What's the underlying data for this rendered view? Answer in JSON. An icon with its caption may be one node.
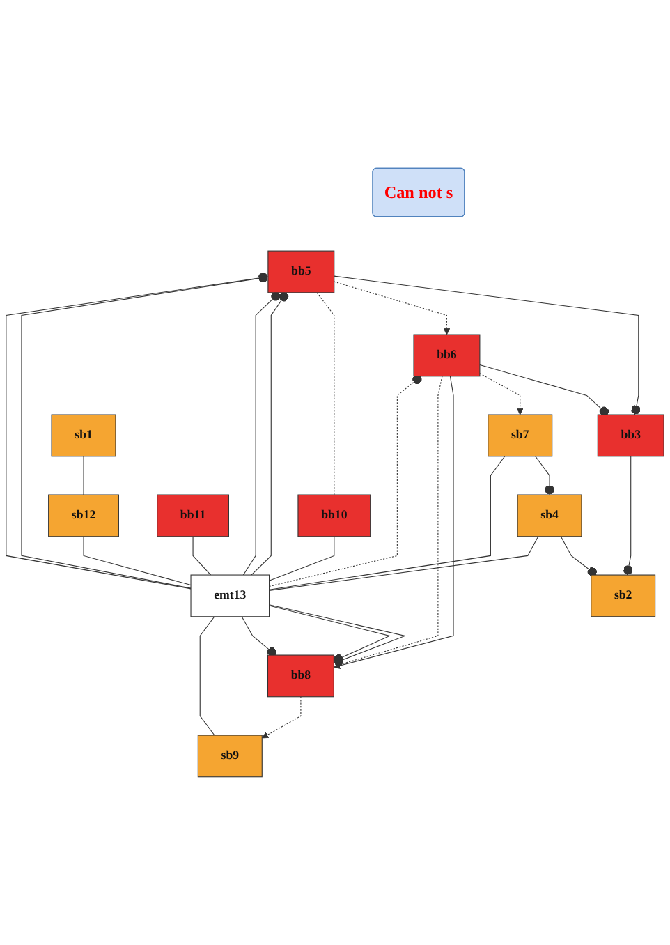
{
  "diagram": {
    "nodes": [
      {
        "text": [
          "sb2"
        ]
      },
      {
        "text": [
          "Can not s"
        ]
      },
      {
        "text": [
          "bb3"
        ]
      },
      {
        "text": [
          "bb5"
        ]
      },
      {
        "text": [
          "sb4"
        ]
      },
      {
        "text": [
          "bb10"
        ]
      },
      {
        "text": [
          "bb6"
        ]
      },
      {
        "text": [
          "sb7"
        ]
      },
      {
        "text": [
          "sb1"
        ]
      },
      {
        "text": [
          "bb8"
        ]
      },
      {
        "text": [
          "sb12"
        ]
      },
      {
        "text": [
          "sb9"
        ]
      },
      {
        "text": [
          "bb11"
        ]
      },
      {
        "text": [
          "emt13"
        ]
      }
    ],
    "edges": [
      {
        "from": 2,
        "to": 0,
        "arrow": "other"
      },
      {
        "from": 4,
        "to": 0,
        "arrow": "other"
      },
      {
        "from": 3,
        "to": 2,
        "arrow": "other"
      },
      {
        "from": 6,
        "to": 2,
        "arrow": "other"
      },
      {
        "from": 3,
        "to": 6,
        "arrow": "to",
        "style": "dashed"
      },
      {
        "from": 3,
        "to": 5,
        "arrow": "none",
        "style": "dashed"
      },
      {
        "from": 7,
        "to": 4,
        "arrow": "other"
      },
      {
        "from": 6,
        "to": 7,
        "arrow": "to",
        "style": "dashed"
      },
      {
        "from": 6,
        "to": 9,
        "arrow": "to"
      },
      {
        "from": 6,
        "to": 9,
        "arrow": "none",
        "style": "dashed"
      },
      {
        "from": 5,
        "to": 13,
        "arrow": "none"
      },
      {
        "from": 7,
        "to": 13,
        "arrow": "none"
      },
      {
        "from": 8,
        "to": 10,
        "arrow": "none"
      },
      {
        "from": 10,
        "to": 13,
        "arrow": "none"
      },
      {
        "from": 9,
        "to": 11,
        "arrow": "to",
        "style": "dashed"
      },
      {
        "from": 11,
        "to": 13,
        "arrow": "none"
      },
      {
        "from": 12,
        "to": 13,
        "arrow": "none"
      },
      {
        "from": 4,
        "to": 13,
        "arrow": "none"
      },
      {
        "from": 13,
        "to": 3,
        "arrow": "other"
      },
      {
        "from": 13,
        "to": 3,
        "arrow": "other"
      },
      {
        "from": 13,
        "to": 3,
        "arrow": "other"
      },
      {
        "from": 13,
        "to": 3,
        "arrow": "other"
      },
      {
        "from": 13,
        "to": 6,
        "arrow": "other",
        "style": "dashed"
      },
      {
        "from": 13,
        "to": 9,
        "arrow": "other"
      },
      {
        "from": 13,
        "to": 9,
        "arrow": "other"
      },
      {
        "from": 13,
        "to": 9,
        "arrow": "other"
      }
    ]
  }
}
